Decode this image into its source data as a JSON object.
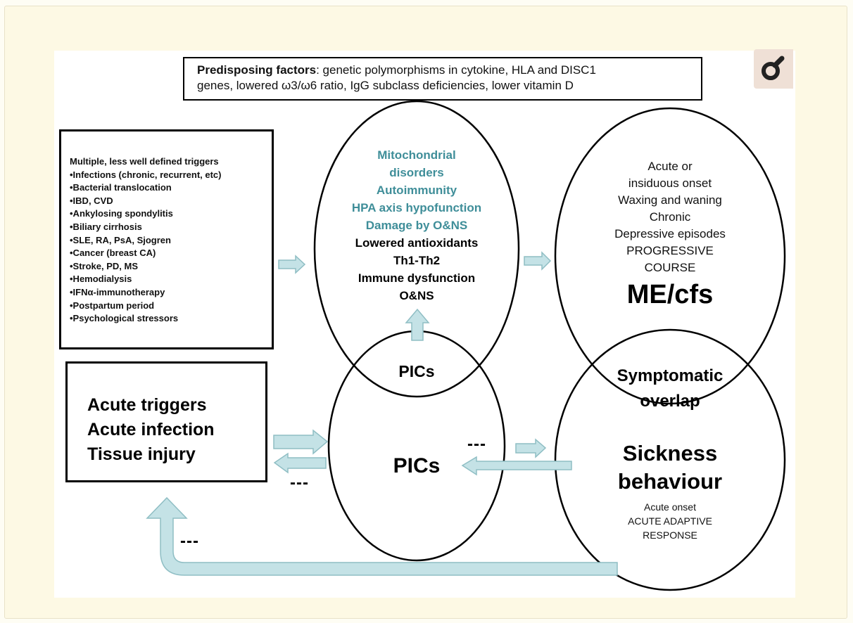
{
  "predisposing": {
    "label": "Predisposing factors",
    "line1": ": genetic polymorphisms in cytokine, HLA and DISC1",
    "line2": "genes, lowered ω3/ω6 ratio, IgG subclass deficiencies, lower vitamin D"
  },
  "triggers": {
    "title": "Multiple, less well defined triggers",
    "items": [
      "•Infections (chronic, recurrent, etc)",
      "•Bacterial translocation",
      "•IBD, CVD",
      "•Ankylosing spondylitis",
      "•Biliary cirrhosis",
      "•SLE, RA,  PsA, Sjogren",
      "•Cancer (breast CA)",
      "•Stroke, PD, MS",
      "•Hemodialysis",
      "•IFNα-immunotherapy",
      "•Postpartum period",
      "•Psychological stressors"
    ]
  },
  "acute": {
    "lines": [
      "Acute triggers",
      "Acute infection",
      "Tissue injury"
    ]
  },
  "center_top": {
    "teal_lines": [
      "Mitochondrial",
      "disorders",
      "Autoimmunity",
      "HPA axis hypofunction",
      "Damage by O&NS"
    ],
    "black_lines": [
      "Lowered antioxidants",
      "Th1-Th2",
      "Immune dysfunction",
      "O&NS"
    ]
  },
  "center_overlap": "PICs",
  "center_bottom": "PICs",
  "right_top": {
    "lines": [
      "Acute or",
      "insiduous onset",
      "Waxing and waning",
      "Chronic",
      "Depressive episodes",
      "PROGRESSIVE",
      "COURSE"
    ],
    "title": "ME/cfs"
  },
  "right_overlap": [
    "Symptomatic",
    "overlap"
  ],
  "right_bottom": {
    "title": [
      "Sickness",
      "behaviour"
    ],
    "lines": [
      "Acute onset",
      "ACUTE ADAPTIVE",
      "RESPONSE"
    ]
  },
  "dashes": [
    "---",
    "---",
    "---"
  ],
  "colors": {
    "arrow_fill": "#c4e2e6",
    "arrow_stroke": "#8fbec4",
    "teal_text": "#3f8e99",
    "panel": "#fdf9e4"
  },
  "icons": {
    "top_right": "magnifier-icon"
  }
}
